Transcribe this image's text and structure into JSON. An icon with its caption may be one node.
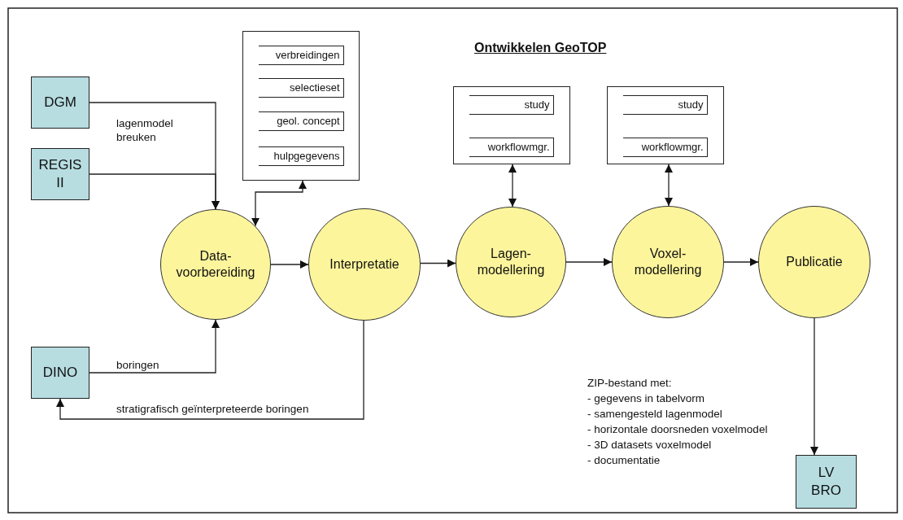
{
  "diagram": {
    "title": "Ontwikkelen GeoTOP",
    "nodes": [
      {
        "text": [
          "DGM"
        ]
      },
      {
        "text": [
          "REGIS II"
        ]
      },
      {
        "text": [],
        "shape": "box"
      },
      {
        "text": [
          "verbreidingen"
        ],
        "in": 2
      },
      {
        "text": [
          "selectieset"
        ],
        "in": 2
      },
      {
        "text": [
          "geol. concept"
        ],
        "in": 2
      },
      {
        "text": [
          "hulpgegevens"
        ],
        "in": 2
      },
      {
        "text": [],
        "shape": "box"
      },
      {
        "text": [
          "study"
        ],
        "in": 7
      },
      {
        "text": [
          "workflowmgr."
        ],
        "in": 7
      },
      {
        "text": [],
        "shape": "box"
      },
      {
        "text": [
          "study"
        ],
        "in": 10
      },
      {
        "text": [
          "workflowmgr."
        ],
        "in": 10
      },
      {
        "text": [
          "Data- voorbereiding"
        ]
      },
      {
        "text": [
          "Interpretatie"
        ]
      },
      {
        "text": [
          "Lagen- modellering"
        ]
      },
      {
        "text": [
          "Voxel- modellering"
        ]
      },
      {
        "text": [
          "Publicatie"
        ]
      },
      {
        "text": [
          "DINO"
        ]
      },
      {
        "text": [
          "LV BRO"
        ]
      }
    ],
    "edges": [
      {
        "from": 0,
        "to": 13,
        "arrow": "to",
        "label": "lagenmodel breuken"
      },
      {
        "from": 1,
        "to": 13,
        "arrow": "to"
      },
      {
        "from": 13,
        "to": 2,
        "arrow": "both"
      },
      {
        "from": 13,
        "to": 14,
        "arrow": "to"
      },
      {
        "from": 14,
        "to": 15,
        "arrow": "to"
      },
      {
        "from": 15,
        "to": 16,
        "arrow": "to"
      },
      {
        "from": 16,
        "to": 17,
        "arrow": "to"
      },
      {
        "from": 15,
        "to": 7,
        "arrow": "both"
      },
      {
        "from": 16,
        "to": 10,
        "arrow": "both"
      },
      {
        "from": 18,
        "to": 13,
        "arrow": "to",
        "label": "boringen"
      },
      {
        "from": 14,
        "to": 18,
        "arrow": "to",
        "label": "stratigrafisch geïnterpreteerde boringen"
      },
      {
        "from": 17,
        "to": 19,
        "arrow": "to"
      }
    ],
    "labels": [
      "ZIP-bestand met:",
      "- gegevens in tabelvorm",
      "- samengesteld lagenmodel",
      "- horizontale doorsneden voxelmodel",
      "- 3D datasets voxelmodel",
      "- documentatie"
    ]
  }
}
